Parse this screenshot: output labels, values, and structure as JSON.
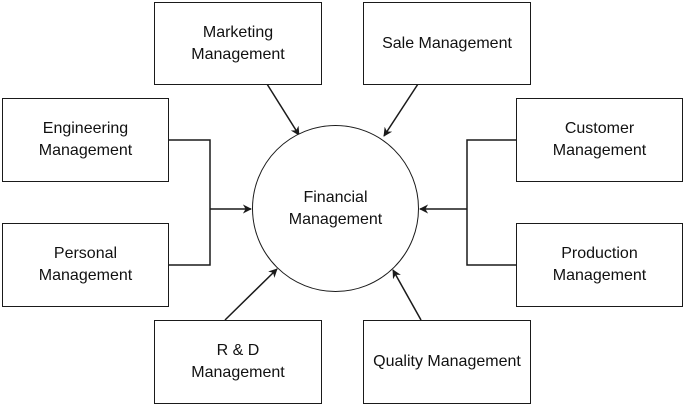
{
  "center": {
    "label": "Financial\nManagement"
  },
  "nodes": {
    "marketing": {
      "label": "Marketing\nManagement"
    },
    "sale": {
      "label": "Sale Management"
    },
    "engineering": {
      "label": "Engineering\nManagement"
    },
    "personal": {
      "label": "Personal\nManagement"
    },
    "customer": {
      "label": "Customer\nManagement"
    },
    "production": {
      "label": "Production\nManagement"
    },
    "rnd": {
      "label": "R & D\nManagement"
    },
    "quality": {
      "label": "Quality Management"
    }
  },
  "colors": {
    "stroke": "#1a1a1a",
    "background": "#ffffff"
  }
}
